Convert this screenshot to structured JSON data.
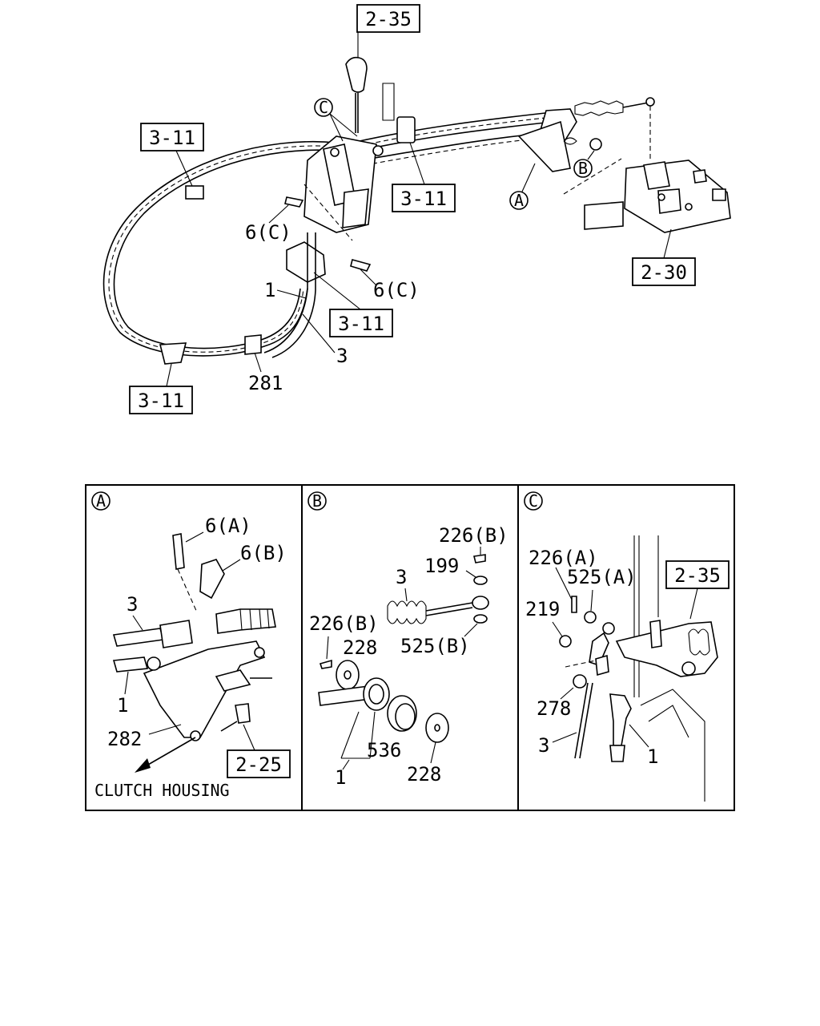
{
  "top": {
    "ref_2_35": "2-35",
    "ref_3_11_left": "3-11",
    "ref_3_11_mid": "3-11",
    "ref_3_11_lower": "3-11",
    "ref_3_11_bottom": "3-11",
    "ref_2_30": "2-30",
    "callout_c": "C",
    "callout_a": "A",
    "callout_b": "B",
    "label_6c_left": "6(C)",
    "label_6c_right": "6(C)",
    "label_1": "1",
    "label_3": "3",
    "label_281": "281"
  },
  "panel_a": {
    "badge": "A",
    "l_6a": "6(A)",
    "l_6b": "6(B)",
    "l_3": "3",
    "l_1": "1",
    "l_282": "282",
    "ref_2_25": "2-25",
    "clutch_housing": "CLUTCH HOUSING"
  },
  "panel_b": {
    "badge": "B",
    "l_226b_top": "226(B)",
    "l_199": "199",
    "l_3": "3",
    "l_226b_left": "226(B)",
    "l_228_top": "228",
    "l_525b": "525(B)",
    "l_536": "536",
    "l_1": "1",
    "l_228_bottom": "228"
  },
  "panel_c": {
    "badge": "C",
    "l_226a": "226(A)",
    "l_525a": "525(A)",
    "ref_2_35": "2-35",
    "l_219": "219",
    "l_278": "278",
    "l_3": "3",
    "l_1": "1"
  }
}
